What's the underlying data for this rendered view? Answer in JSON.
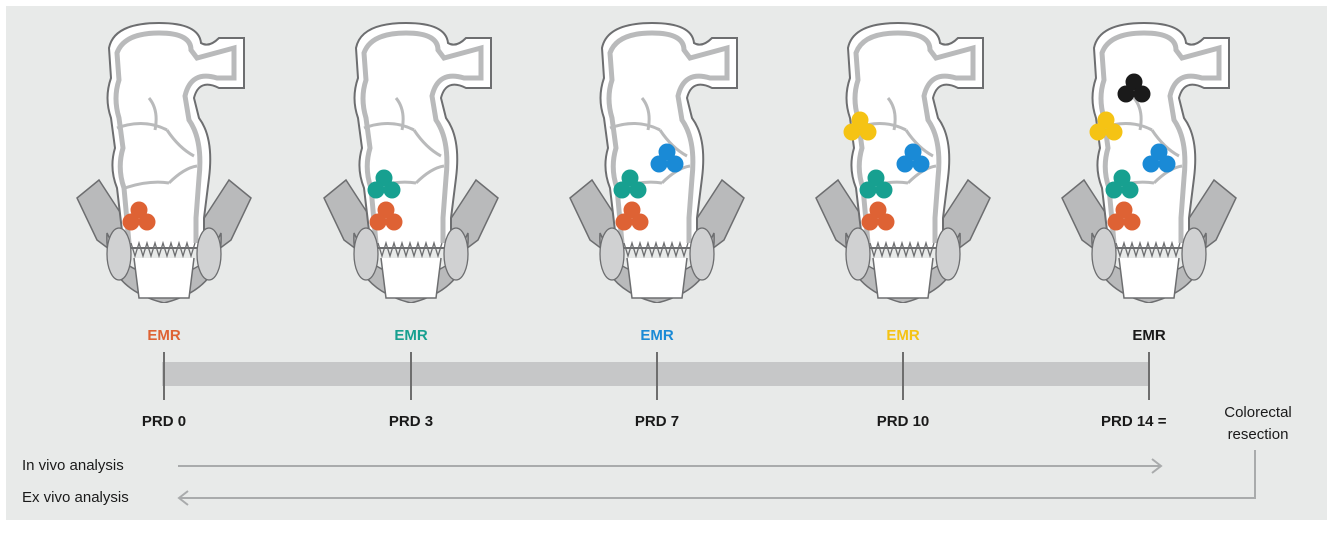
{
  "stages": [
    {
      "emr_label": "EMR",
      "prd_label": "PRD 0",
      "color": "#de6234",
      "polyps": [
        "#de6234"
      ]
    },
    {
      "emr_label": "EMR",
      "prd_label": "PRD 3",
      "color": "#17a090",
      "polyps": [
        "#de6234",
        "#17a090"
      ]
    },
    {
      "emr_label": "EMR",
      "prd_label": "PRD 7",
      "color": "#1a8ad6",
      "polyps": [
        "#de6234",
        "#17a090",
        "#1a8ad6"
      ]
    },
    {
      "emr_label": "EMR",
      "prd_label": "PRD 10",
      "color": "#f5c314",
      "polyps": [
        "#de6234",
        "#17a090",
        "#1a8ad6",
        "#f5c314"
      ]
    },
    {
      "emr_label": "EMR",
      "prd_label": "PRD 14 =",
      "color": "#1a1a1a",
      "polyps": [
        "#de6234",
        "#17a090",
        "#1a8ad6",
        "#f5c314",
        "#1a1a1a"
      ]
    }
  ],
  "resection_label_line1": "Colorectal",
  "resection_label_line2": "resection",
  "in_vivo_label": "In vivo analysis",
  "ex_vivo_label": "Ex vivo analysis"
}
